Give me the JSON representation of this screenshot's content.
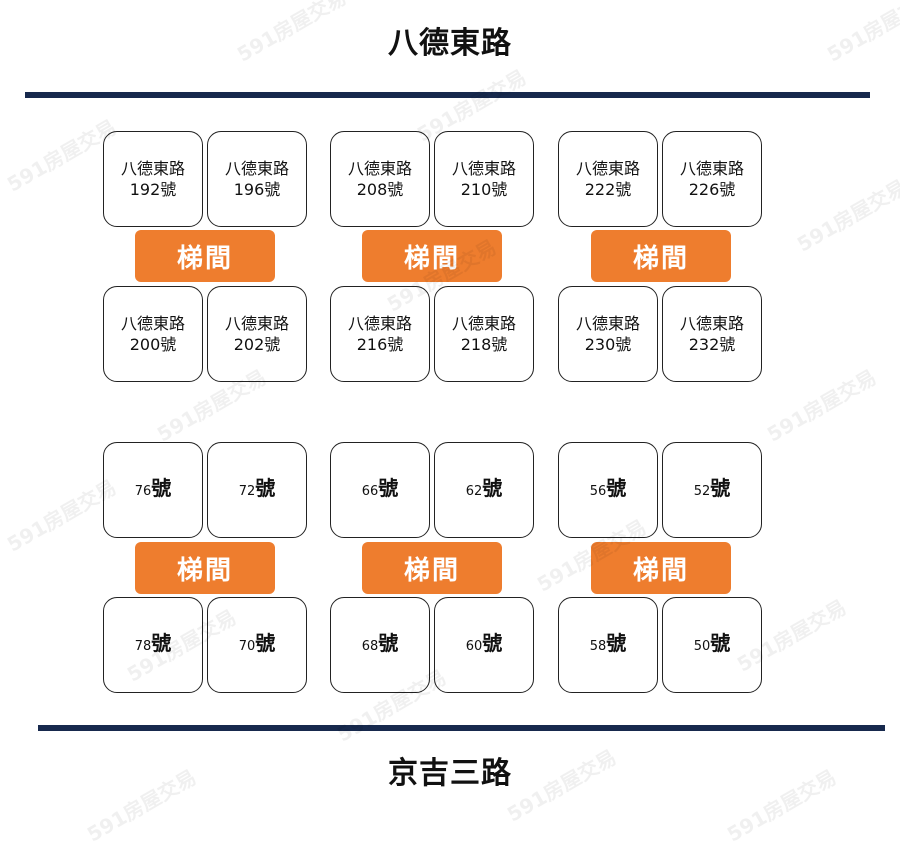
{
  "colors": {
    "road_line": "#17294d",
    "stairwell": "#ee7d2e",
    "unit_border": "#222222"
  },
  "roads": {
    "top": "八德東路",
    "bottom": "京吉三路"
  },
  "stairwell_label": "梯間",
  "upper_blocks": [
    {
      "top": [
        {
          "street": "八德東路",
          "num": "192",
          "suffix": "號"
        },
        {
          "street": "八德東路",
          "num": "196",
          "suffix": "號"
        }
      ],
      "bottom": [
        {
          "street": "八德東路",
          "num": "200",
          "suffix": "號"
        },
        {
          "street": "八德東路",
          "num": "202",
          "suffix": "號"
        }
      ]
    },
    {
      "top": [
        {
          "street": "八德東路",
          "num": "208",
          "suffix": "號"
        },
        {
          "street": "八德東路",
          "num": "210",
          "suffix": "號"
        }
      ],
      "bottom": [
        {
          "street": "八德東路",
          "num": "216",
          "suffix": "號"
        },
        {
          "street": "八德東路",
          "num": "218",
          "suffix": "號"
        }
      ]
    },
    {
      "top": [
        {
          "street": "八德東路",
          "num": "222",
          "suffix": "號"
        },
        {
          "street": "八德東路",
          "num": "226",
          "suffix": "號"
        }
      ],
      "bottom": [
        {
          "street": "八德東路",
          "num": "230",
          "suffix": "號"
        },
        {
          "street": "八德東路",
          "num": "232",
          "suffix": "號"
        }
      ]
    }
  ],
  "lower_blocks": [
    {
      "top": [
        {
          "num": "76",
          "suffix": "號"
        },
        {
          "num": "72",
          "suffix": "號"
        }
      ],
      "bottom": [
        {
          "num": "78",
          "suffix": "號"
        },
        {
          "num": "70",
          "suffix": "號"
        }
      ]
    },
    {
      "top": [
        {
          "num": "66",
          "suffix": "號"
        },
        {
          "num": "62",
          "suffix": "號"
        }
      ],
      "bottom": [
        {
          "num": "68",
          "suffix": "號"
        },
        {
          "num": "60",
          "suffix": "號"
        }
      ]
    },
    {
      "top": [
        {
          "num": "56",
          "suffix": "號"
        },
        {
          "num": "52",
          "suffix": "號"
        }
      ],
      "bottom": [
        {
          "num": "58",
          "suffix": "號"
        },
        {
          "num": "50",
          "suffix": "號"
        }
      ]
    }
  ],
  "watermark": "591房屋交易"
}
